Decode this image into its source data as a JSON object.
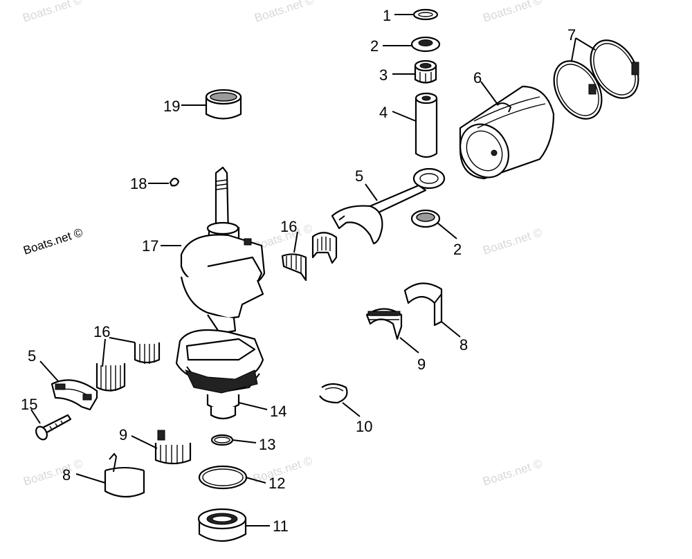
{
  "watermarks": [
    {
      "text": "Boats.net ©"
    },
    {
      "text": "Boats.net ©"
    },
    {
      "text": "Boats.net ©"
    },
    {
      "text": "Boats.net ©"
    },
    {
      "text": "Boats.net ©"
    },
    {
      "text": "Boats.net ©"
    },
    {
      "text": "Boats.net ©"
    },
    {
      "text": "Boats.net ©"
    },
    {
      "text": "Boats.net ©"
    }
  ],
  "callouts": [
    {
      "id": "c1",
      "label": "1"
    },
    {
      "id": "c2a",
      "label": "2"
    },
    {
      "id": "c3",
      "label": "3"
    },
    {
      "id": "c4",
      "label": "4"
    },
    {
      "id": "c5a",
      "label": "5"
    },
    {
      "id": "c6",
      "label": "6"
    },
    {
      "id": "c7",
      "label": "7"
    },
    {
      "id": "c19",
      "label": "19"
    },
    {
      "id": "c18",
      "label": "18"
    },
    {
      "id": "c17",
      "label": "17"
    },
    {
      "id": "c16a",
      "label": "16"
    },
    {
      "id": "c2b",
      "label": "2"
    },
    {
      "id": "c16b",
      "label": "16"
    },
    {
      "id": "c5b",
      "label": "5"
    },
    {
      "id": "c15",
      "label": "15"
    },
    {
      "id": "c14",
      "label": "14"
    },
    {
      "id": "c9a",
      "label": "9"
    },
    {
      "id": "c8a",
      "label": "8"
    },
    {
      "id": "c13",
      "label": "13"
    },
    {
      "id": "c12",
      "label": "12"
    },
    {
      "id": "c11",
      "label": "11"
    },
    {
      "id": "c10",
      "label": "10"
    },
    {
      "id": "c9b",
      "label": "9"
    },
    {
      "id": "c8b",
      "label": "8"
    }
  ]
}
